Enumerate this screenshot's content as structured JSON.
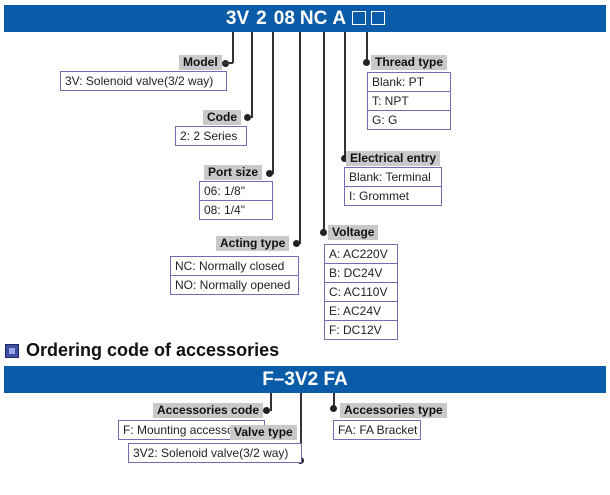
{
  "model_code": {
    "segments": [
      "3V",
      "2",
      "08",
      "NC",
      "A"
    ],
    "placeholders": 2
  },
  "groups": {
    "model": {
      "label": "Model",
      "options": [
        "3V: Solenoid valve(3/2 way)"
      ]
    },
    "code": {
      "label": "Code",
      "options": [
        "2: 2 Series"
      ]
    },
    "port_size": {
      "label": "Port size",
      "options": [
        "06: 1/8\"",
        "08: 1/4\""
      ]
    },
    "acting_type": {
      "label": "Acting type",
      "options": [
        "NC: Normally closed",
        "NO: Normally opened"
      ]
    },
    "voltage": {
      "label": "Voltage",
      "options": [
        "A: AC220V",
        "B: DC24V",
        "C: AC110V",
        "E: AC24V",
        "F: DC12V"
      ]
    },
    "electrical_entry": {
      "label": "Electrical entry",
      "options": [
        "Blank: Terminal",
        "I: Grommet"
      ]
    },
    "thread_type": {
      "label": "Thread type",
      "options": [
        "Blank: PT",
        "T: NPT",
        "G: G"
      ]
    }
  },
  "accessories_heading": "Ordering code of accessories",
  "accessory_code": "F–3V2 FA",
  "accessory_groups": {
    "accessories_code": {
      "label": "Accessories code",
      "options": [
        "F: Mounting accessories"
      ]
    },
    "accessories_type": {
      "label": "Accessories type",
      "options": [
        "FA: FA Bracket"
      ]
    },
    "valve_type": {
      "label": "Valve type",
      "options": [
        "3V2: Solenoid valve(3/2 way)"
      ]
    }
  },
  "colors": {
    "banner": "#0b5ca8",
    "label_bg": "#c9c9c9",
    "box_border": "#6d6fb0"
  }
}
